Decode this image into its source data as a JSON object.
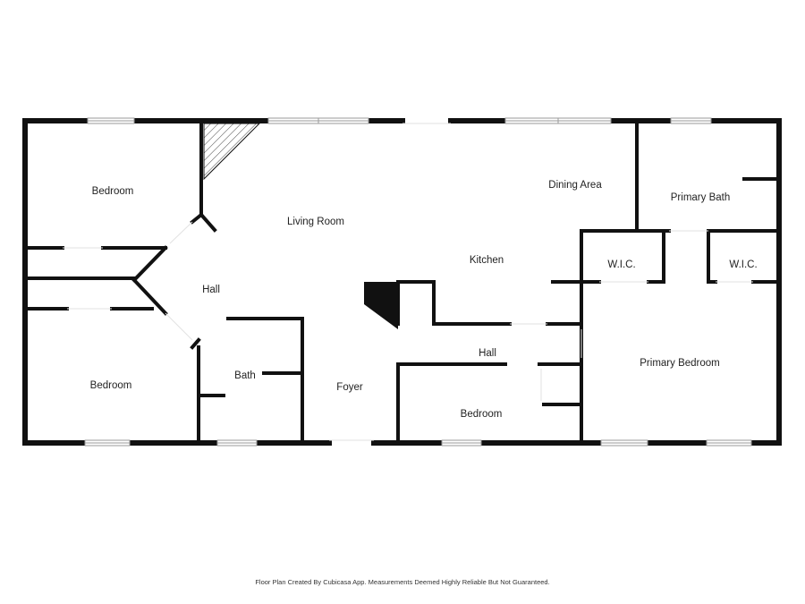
{
  "rooms": {
    "bedroom_nw": "Bedroom",
    "living_room": "Living Room",
    "dining_area": "Dining Area",
    "primary_bath": "Primary Bath",
    "kitchen": "Kitchen",
    "wic_left": "W.I.C.",
    "wic_right": "W.I.C.",
    "hall_west": "Hall",
    "hall_east": "Hall",
    "bedroom_sw": "Bedroom",
    "bath": "Bath",
    "foyer": "Foyer",
    "bedroom_south": "Bedroom",
    "primary_bedroom": "Primary Bedroom"
  },
  "footer": {
    "disclaimer": "Floor Plan Created By Cubicasa App. Measurements Deemed Highly Reliable But Not Guaranteed."
  }
}
